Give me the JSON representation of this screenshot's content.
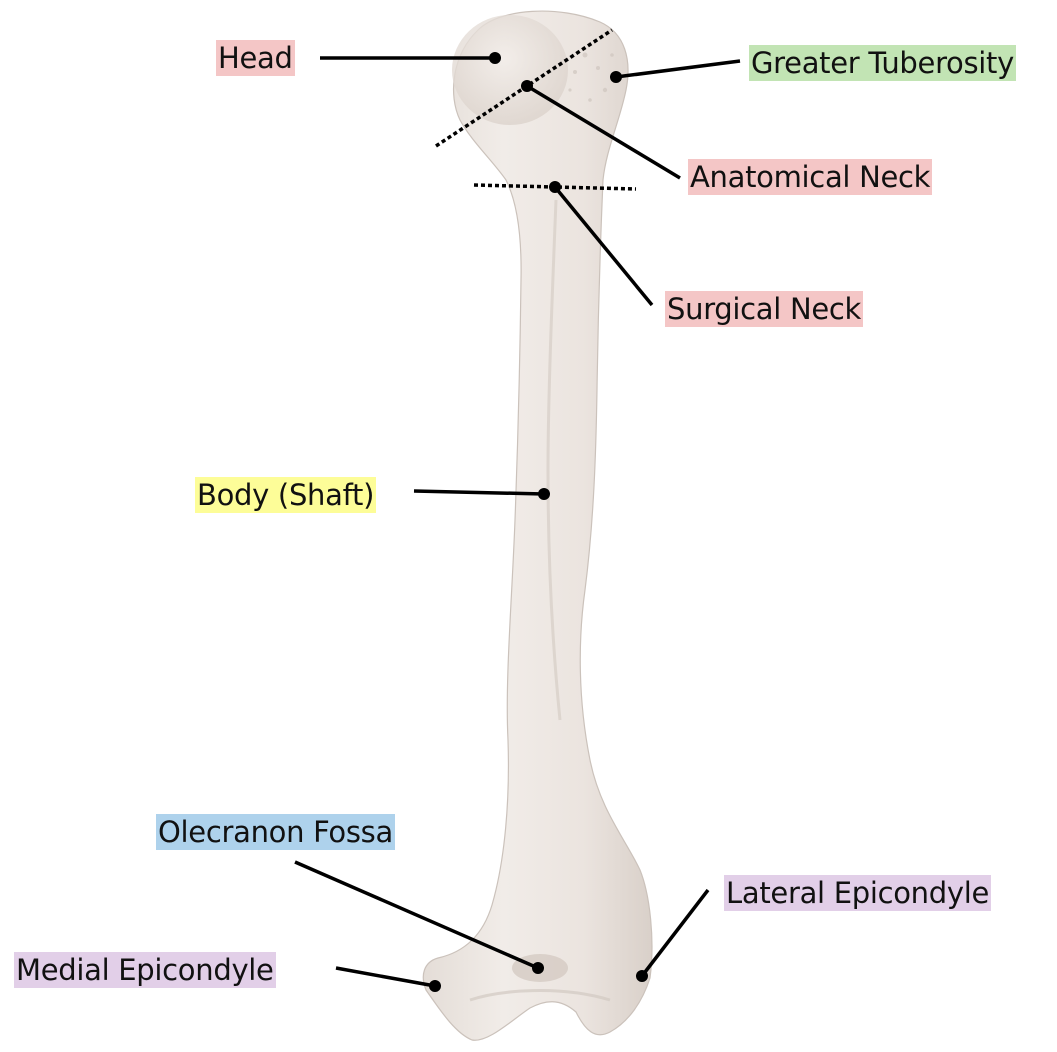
{
  "colors": {
    "pink": "#f4c6c6",
    "green": "#c2e4b4",
    "yellow": "#fdfd98",
    "blue": "#aed2ec",
    "lavender": "#e2cfe8",
    "bone": "#ece6e1",
    "bone_shadow": "#d8d0ca",
    "line": "#000000"
  },
  "labels": {
    "head": "Head",
    "greater_tuberosity": "Greater Tuberosity",
    "anatomical_neck": "Anatomical Neck",
    "surgical_neck": "Surgical Neck",
    "body_shaft": "Body (Shaft)",
    "olecranon_fossa": "Olecranon Fossa",
    "lateral_epicondyle": "Lateral Epicondyle",
    "medial_epicondyle": "Medial Epicondyle"
  }
}
